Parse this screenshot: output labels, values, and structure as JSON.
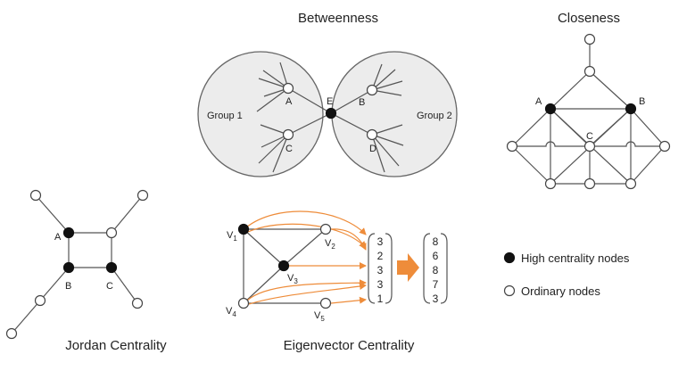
{
  "betweenness": {
    "title": "Betweenness",
    "group1": "Group 1",
    "group2": "Group 2",
    "nodes": {
      "A": "A",
      "B": "B",
      "C": "C",
      "D": "D",
      "E": "E"
    }
  },
  "closeness": {
    "title": "Closeness",
    "nodes": {
      "A": "A",
      "B": "B",
      "C": "C"
    }
  },
  "jordan": {
    "title": "Jordan Centrality",
    "nodes": {
      "A": "A",
      "B": "B",
      "C": "C"
    }
  },
  "eigenvector": {
    "title": "Eigenvector Centrality",
    "nodes": {
      "v1": "V",
      "v2": "V",
      "v3": "V",
      "v4": "V",
      "v5": "V"
    },
    "subscripts": {
      "v1": "1",
      "v2": "2",
      "v3": "3",
      "v4": "4",
      "v5": "5"
    },
    "vector_before": [
      "3",
      "2",
      "3",
      "3",
      "1"
    ],
    "vector_after": [
      "8",
      "6",
      "8",
      "7",
      "3"
    ]
  },
  "legend": {
    "high": "High centrality nodes",
    "ordinary": "Ordinary nodes"
  },
  "colors": {
    "high_node": "#111111",
    "ordinary_node": "#ffffff",
    "arrow": "#ee8c3a",
    "group_fill": "#ececec"
  }
}
